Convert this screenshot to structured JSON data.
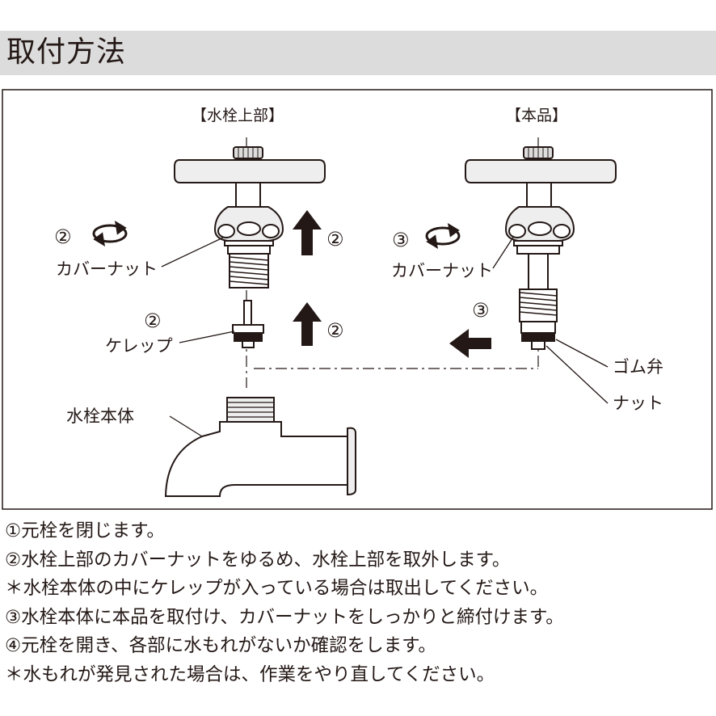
{
  "header": {
    "title": "取付方法"
  },
  "diagram": {
    "label_faucet_top": "【水栓上部】",
    "label_product": "【本品】",
    "label_body": "水栓本体",
    "label_cover_nut_left": "カバーナット",
    "label_cover_nut_right": "カバーナット",
    "label_kerep": "ケレップ",
    "label_rubber_valve": "ゴム弁",
    "label_nut": "ナット",
    "step_2": "②",
    "step_3": "③"
  },
  "notes": [
    "①元栓を閉じます。",
    "②水栓上部のカバーナットをゆるめ、水栓上部を取外します。",
    "＊水栓本体の中にケレップが入っている場合は取出してください。",
    "③水栓本体に本品を取付け、カバーナットをしっかりと締付けます。",
    "④元栓を開き、各部に水もれがないか確認をします。",
    "＊水もれが発見された場合は、作業をやり直してください。"
  ],
  "colors": {
    "header_bg": "#dcdcdc",
    "ink": "#231815",
    "part_fill": "#eeeeee"
  }
}
